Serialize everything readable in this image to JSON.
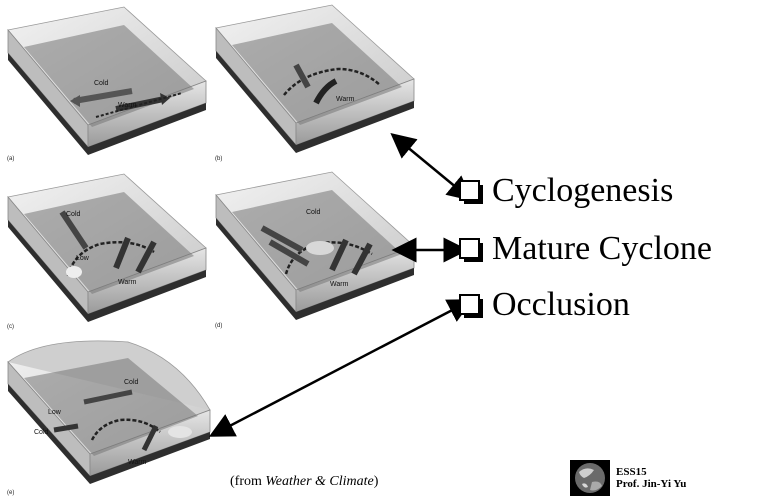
{
  "panels": [
    {
      "id": "a",
      "letter": "(a)",
      "labels": [
        "Cold",
        "Warm"
      ]
    },
    {
      "id": "b",
      "letter": "(b)",
      "labels": [
        "Warm"
      ]
    },
    {
      "id": "c",
      "letter": "(c)",
      "labels": [
        "Cold",
        "Low",
        "Warm"
      ]
    },
    {
      "id": "d",
      "letter": "(d)",
      "labels": [
        "Cold",
        "Warm"
      ]
    },
    {
      "id": "e",
      "letter": "(e)",
      "labels": [
        "Cold",
        "Low",
        "Cold",
        "Warm"
      ]
    }
  ],
  "stages": [
    "Cyclogenesis",
    "Mature Cyclone",
    "Occlusion"
  ],
  "credit": {
    "prefix": "(from ",
    "title": "Weather & Climate",
    "suffix": ")"
  },
  "course": {
    "code": "ESS15",
    "instructor": "Prof. Jin-Yi Yu"
  }
}
